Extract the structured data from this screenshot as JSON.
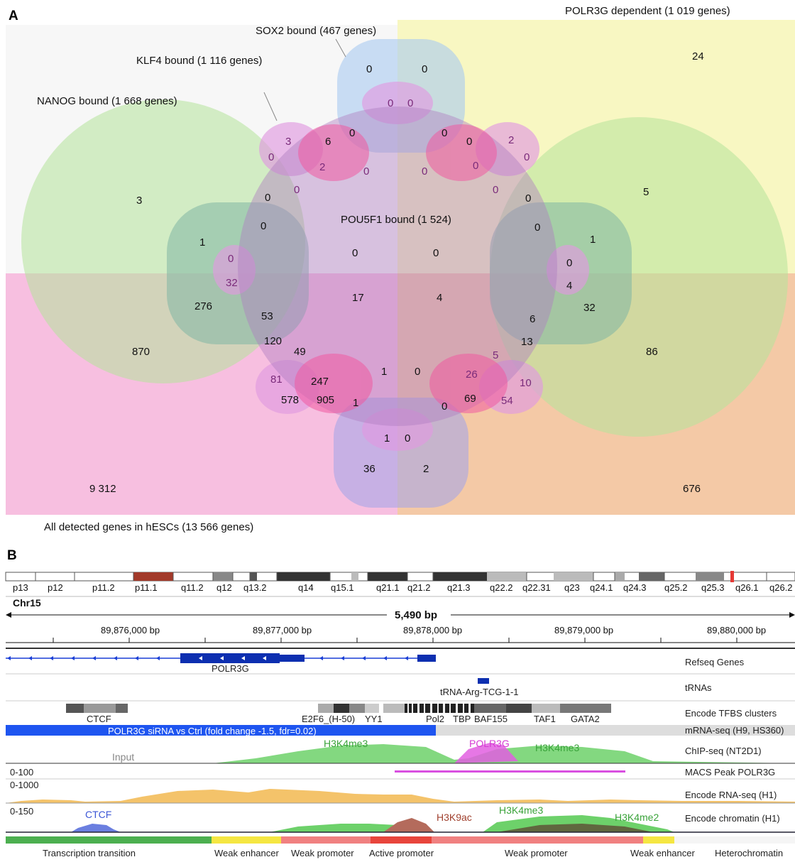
{
  "panelA": {
    "label": "A",
    "sets": {
      "polr3g": "POLR3G dependent (1 019 genes)",
      "sox2": "SOX2 bound (467 genes)",
      "klf4": "KLF4 bound (1 116 genes)",
      "nanog": "NANOG bound (1 668 genes)",
      "pou5f1": "POU5F1 bound (1 524)",
      "all": "All detected genes in hESCs (13 566 genes)"
    },
    "numbers": {
      "n_24": "24",
      "n_0a": "0",
      "n_0b": "0",
      "n_0c": "0",
      "n_0d": "0",
      "n_0e": "0",
      "n_6": "6",
      "n_0f": "0",
      "n_0g": "0",
      "n_3": "3",
      "n_2a": "2",
      "n_0h": "0",
      "n_0i": "0",
      "n_2b": "2",
      "n_0j": "0",
      "n_0k": "0",
      "n_0l": "0",
      "n_0m": "0",
      "n_0n": "0",
      "n_0o": "0",
      "n_3b": "3",
      "n_5": "5",
      "n_0p": "0",
      "n_0q": "0",
      "n_0r": "0",
      "n_1a": "1",
      "n_1b": "1",
      "n_0s": "0",
      "n_0t": "0",
      "n_0u": "0",
      "n_0v": "0",
      "n_32a": "32",
      "n_4a": "4",
      "n_17": "17",
      "n_4b": "4",
      "n_276": "276",
      "n_32b": "32",
      "n_53": "53",
      "n_6b": "6",
      "n_870": "870",
      "n_120": "120",
      "n_13": "13",
      "n_86": "86",
      "n_49": "49",
      "n_5b": "5",
      "n_81": "81",
      "n_247": "247",
      "n_1c": "1",
      "n_0w": "0",
      "n_26": "26",
      "n_10": "10",
      "n_578": "578",
      "n_905": "905",
      "n_1d": "1",
      "n_0x": "0",
      "n_69": "69",
      "n_54": "54",
      "n_1e": "1",
      "n_0y": "0",
      "n_36": "36",
      "n_2c": "2",
      "n_9312": "9 312",
      "n_676": "676"
    }
  },
  "panelB": {
    "label": "B",
    "bands": [
      "p13",
      "p12",
      "p11.2",
      "p11.1",
      "q11.2",
      "q12",
      "q13.2",
      "q14",
      "q15.1",
      "q21.1",
      "q21.2",
      "q21.3",
      "q22.2",
      "q22.31",
      "q23",
      "q24.1",
      "q24.3",
      "q25.2",
      "q25.3",
      "q26.1",
      "q26.2"
    ],
    "chrom": "Chr15",
    "span": "5,490 bp",
    "coords": [
      "89,876,000 bp",
      "89,877,000 bp",
      "89,878,000 bp",
      "89,879,000 bp",
      "89,880,000 bp"
    ],
    "gene": "POLR3G",
    "trna": "tRNA-Arg-TCG-1-1",
    "tfbs": [
      "CTCF",
      "E2F6_(H-50)",
      "YY1",
      "Pol2",
      "TBP",
      "BAF155",
      "TAF1",
      "GATA2"
    ],
    "mrna_bar": "POLR3G siRNA vs Ctrl (fold change -1.5, fdr=0.02)",
    "chip": {
      "input": "Input",
      "h3k4me3_a": "H3K4me3",
      "polr3g": "POLR3G",
      "h3k4me3_b": "H3K4me3"
    },
    "ranges": {
      "macs": "0-100",
      "rna": "0-1000",
      "chrom": "0-150"
    },
    "chrom_marks": {
      "ctcf": "CTCF",
      "h3k9ac": "H3K9ac",
      "h3k4me3": "H3K4me3",
      "h3k4me2": "H3K4me2"
    },
    "tracks": {
      "refseq": "Refseq Genes",
      "trnas": "tRNAs",
      "tfbs": "Encode TFBS clusters",
      "mrna": "mRNA-seq (H9, HS360)",
      "chip": "ChIP-seq (NT2D1)",
      "macs": "MACS Peak POLR3G",
      "rnaseq": "Encode RNA-seq (H1)",
      "chromatin": "Encode chromatin (H1)"
    },
    "states": [
      "Transcription transition",
      "Weak enhancer",
      "Weak promoter",
      "Active promoter",
      "Weak promoter",
      "Weak enhancer",
      "Heterochromatin"
    ],
    "colors": {
      "green": "#4caf50",
      "yellow": "#f5e642",
      "salmon": "#f08080",
      "red": "#e8453c",
      "blue": "#1a3fd6"
    }
  }
}
